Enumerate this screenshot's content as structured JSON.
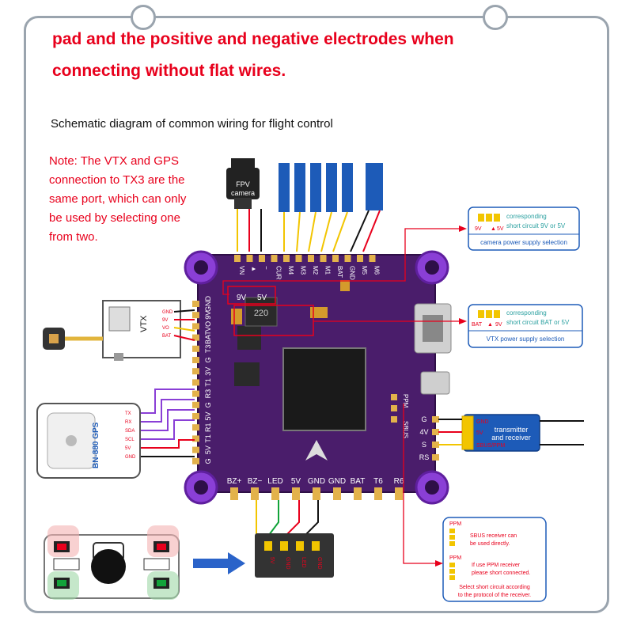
{
  "heading": {
    "line1": "pad and the positive and negative electrodes when",
    "line2": "connecting without flat wires."
  },
  "subtitle": "Schematic diagram of common wiring for flight control",
  "note": {
    "lines": [
      "Note: The VTX and GPS",
      "connection to TX3 are the",
      "same port, which can only",
      "be used by selecting one",
      "from two."
    ]
  },
  "camera": {
    "label1": "FPV",
    "label2": "camera"
  },
  "top_pads": [
    "VN",
    "▲",
    "−",
    "CUR",
    "M4",
    "M3",
    "M2",
    "M1",
    "BAT",
    "GND",
    "M5",
    "M6"
  ],
  "left_pads": [
    "GND",
    "9V",
    "VO",
    "BAT",
    "T3",
    "G",
    "3V",
    "T1",
    "R3",
    "G",
    "5V",
    "R1",
    "T1",
    "5V",
    "G"
  ],
  "bottom_pads": [
    "BZ+",
    "BZ−",
    "LED",
    "5V",
    "GND",
    "GND",
    "BAT",
    "T6",
    "R6"
  ],
  "right_pads": [
    "G",
    "4V",
    "S",
    "RS"
  ],
  "board_labels": {
    "v9": "9V",
    "v5": "5V",
    "ind": "220",
    "ppm": "PPM",
    "sbus": "SBUS"
  },
  "vtx": {
    "label": "VTX",
    "pins": [
      "GND",
      "9V",
      "VO",
      "BAT"
    ]
  },
  "gps": {
    "label": "BN-880 GPS",
    "pins": [
      "TX",
      "RX",
      "SDA",
      "SCL",
      "5V",
      "GND"
    ]
  },
  "callouts": {
    "camera_power": {
      "option_left": "9V",
      "option_right": "5V",
      "text1": "corresponding",
      "text2": "short circuit 9V or 5V",
      "caption": "camera power supply selection"
    },
    "vtx_power": {
      "option_left": "BAT",
      "option_right": "9V",
      "text1": "corresponding",
      "text2": "short circuit BAT or 5V",
      "caption": "VTX power supply selection"
    }
  },
  "receiver": {
    "title1": "transmitter",
    "title2": "and receiver",
    "pins": [
      "GND",
      "5V",
      "SBUS/PPM"
    ]
  },
  "protocol_box": {
    "sbus_label": "PPM",
    "sbus_text1": "SBUS receiver can",
    "sbus_text2": "be used directly.",
    "ppm_label": "PPM",
    "ppm_text1": "If use PPM receiver",
    "ppm_text2": "please short connected.",
    "footer1": "Select short circuit according",
    "footer2": "to the protocol of the receiver."
  },
  "led_strip": {
    "pins": [
      "5V",
      "GND",
      "LED",
      "GND"
    ]
  },
  "colors": {
    "purple": "#4a1d6b",
    "red": "#e8001c",
    "blue": "#1d5bb8",
    "yellow": "#f2c500",
    "violet": "#8a3fd6"
  }
}
